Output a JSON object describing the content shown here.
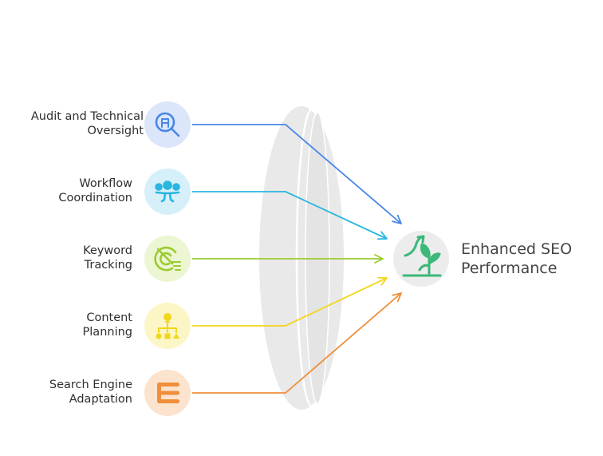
{
  "inputs": [
    {
      "lines": [
        "Audit and Technical",
        "Oversight"
      ],
      "color": "#4a86e8",
      "bg": "#dbe6fb",
      "icon": "search-audit-icon"
    },
    {
      "lines": [
        "Workflow",
        "Coordination"
      ],
      "color": "#29b6e0",
      "bg": "#d6f0fa",
      "icon": "team-coordination-icon"
    },
    {
      "lines": [
        "Keyword",
        "Tracking"
      ],
      "color": "#9ccb2f",
      "bg": "#ecf6d3",
      "icon": "radar-tracking-icon"
    },
    {
      "lines": [
        "Content",
        "Planning"
      ],
      "color": "#f2d61b",
      "bg": "#fcf6c6",
      "icon": "hierarchy-planning-icon"
    },
    {
      "lines": [
        "Search Engine",
        "Adaptation"
      ],
      "color": "#ef8f3b",
      "bg": "#fbe3cd",
      "icon": "elementor-adaptation-icon"
    }
  ],
  "output": {
    "lines": [
      "Enhanced SEO",
      "Performance"
    ],
    "icon": "growth-plant-icon",
    "icon_color": "#3cb878",
    "bg": "#ececec"
  }
}
